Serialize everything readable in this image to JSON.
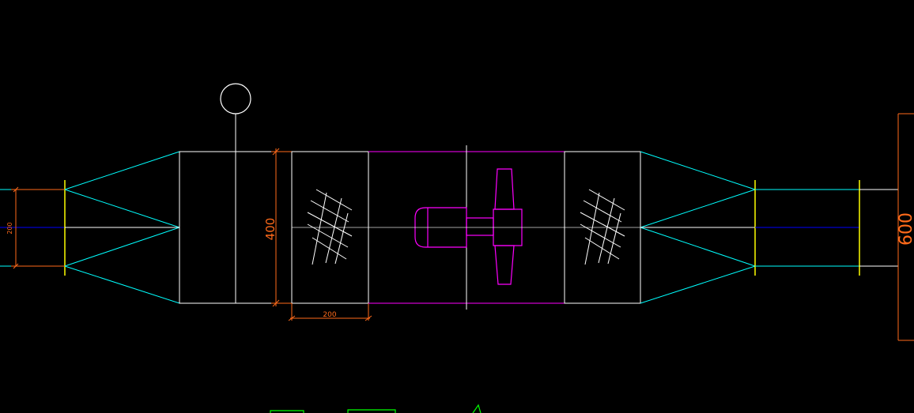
{
  "colors": {
    "background": "#000000",
    "cyan": "#00ffff",
    "white": "#ffffff",
    "magenta": "#ff00ff",
    "yellow": "#ffff00",
    "blue": "#0000ff",
    "orange": "#ff6a1a",
    "green": "#00ff00"
  },
  "dimensions": {
    "left_height": "200",
    "section_height": "400",
    "filter_width": "200",
    "right_height": "600"
  },
  "icons": {
    "sensor": "circle-sensor-icon",
    "filter": "crosshatch-filter-icon",
    "fan": "fan-motor-icon"
  }
}
